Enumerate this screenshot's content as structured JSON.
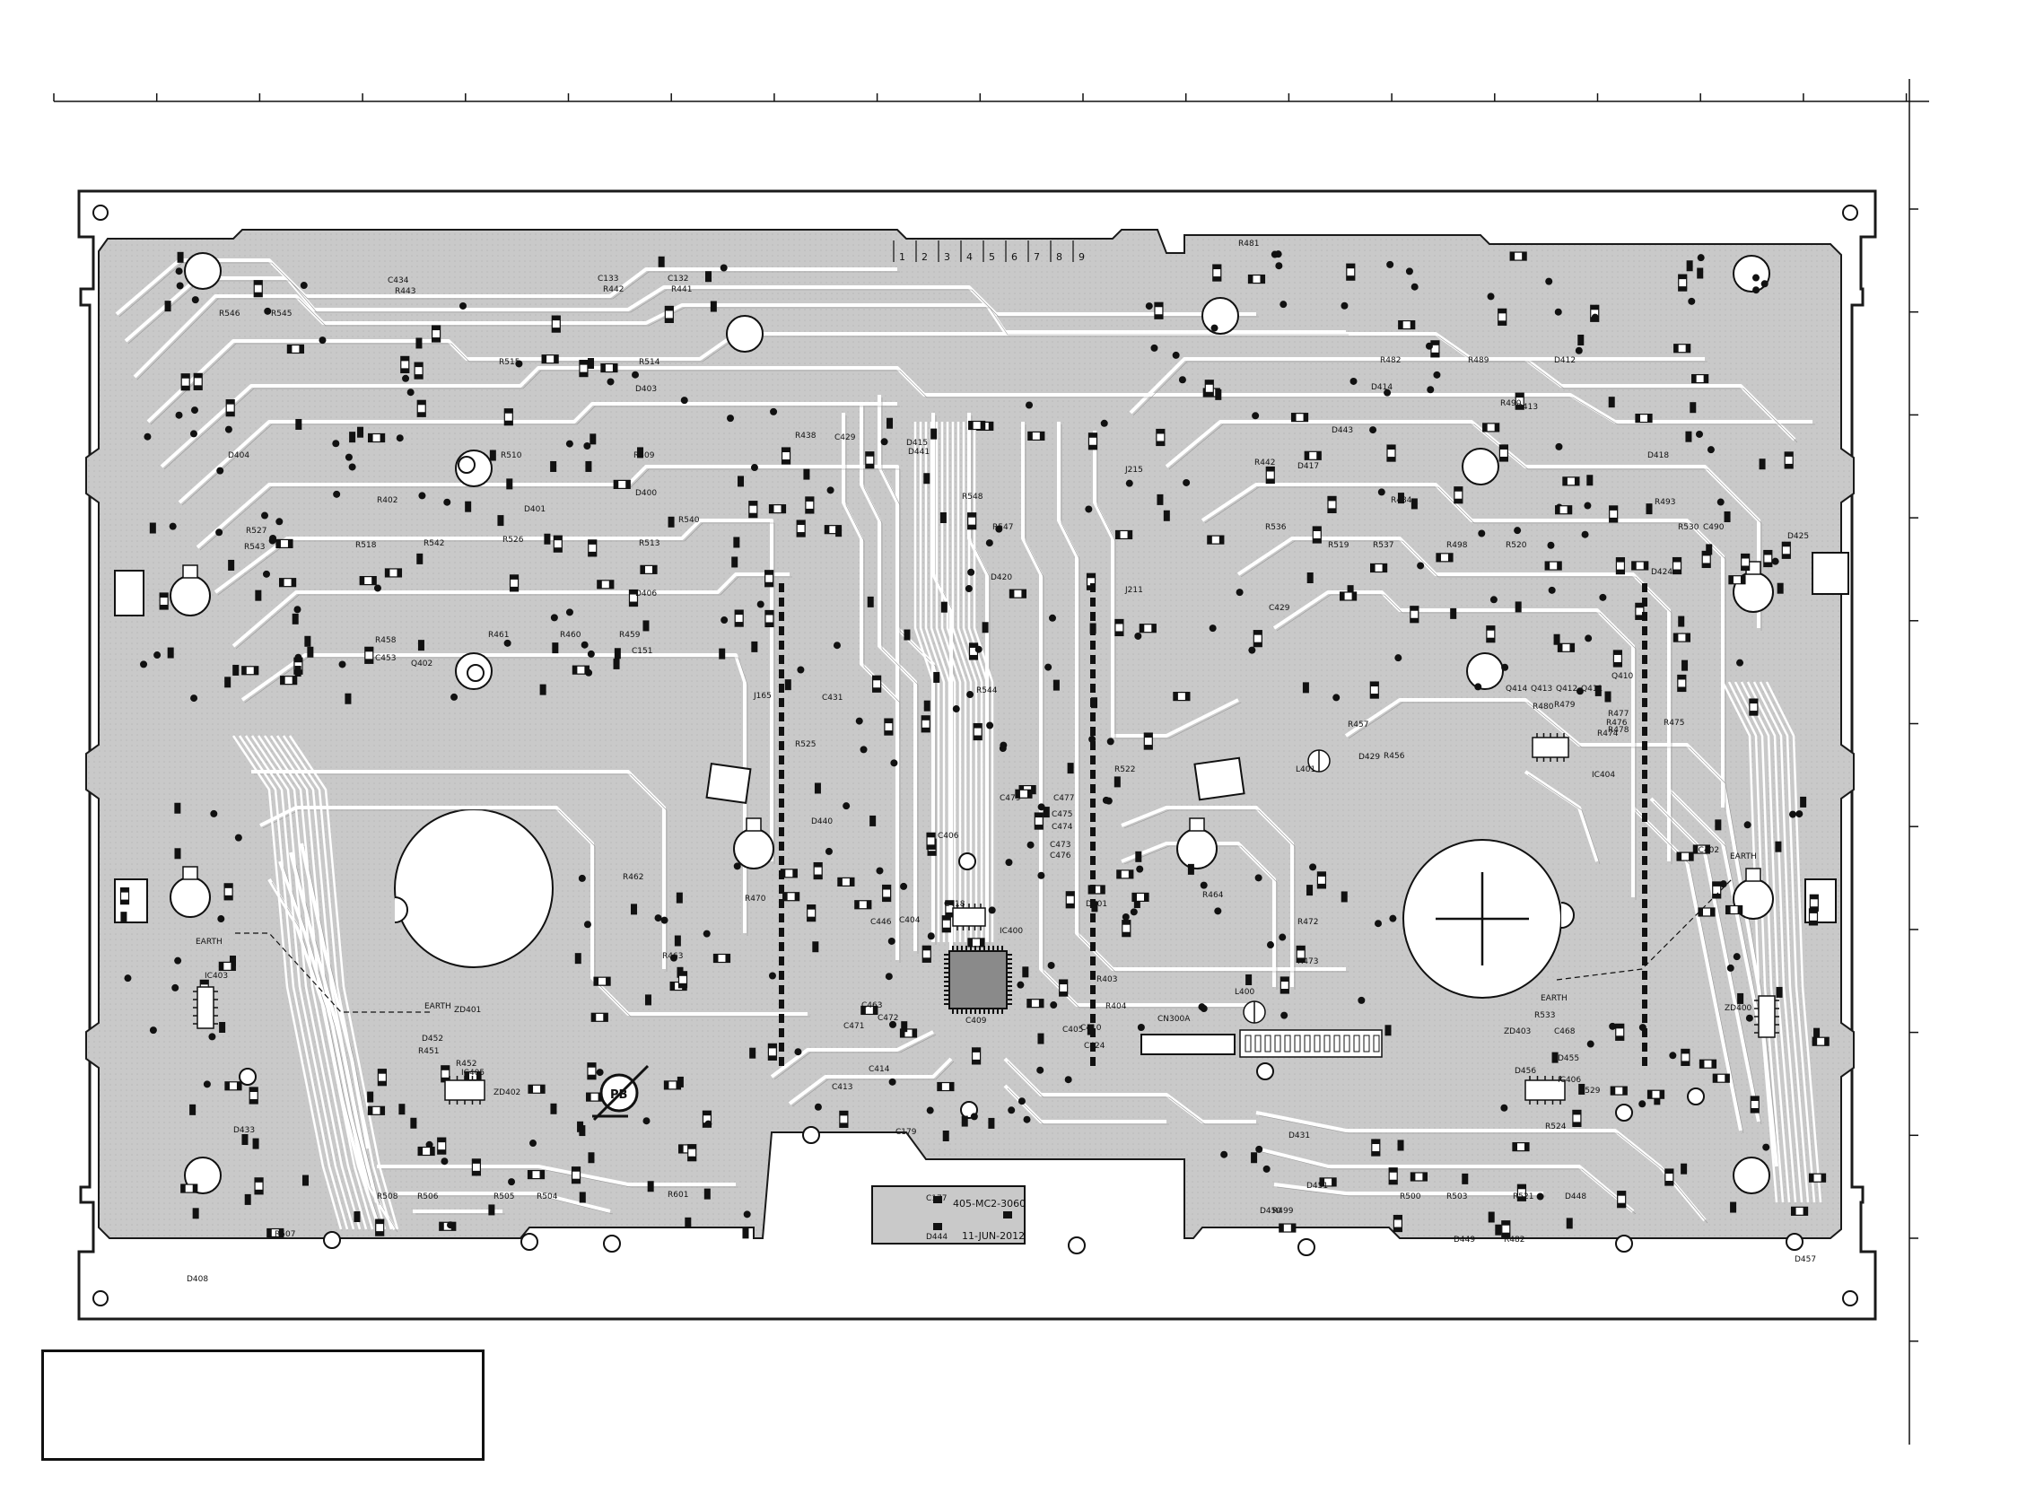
{
  "board": {
    "pcb_code": "405-MC2-3060",
    "date": "11-JUN-2012",
    "connector_pins": [
      "1",
      "2",
      "3",
      "4",
      "5",
      "6",
      "7",
      "8",
      "9"
    ],
    "earth_labels": [
      "EARTH",
      "EARTH",
      "EARTH",
      "EARTH"
    ],
    "lead_free_mark": "PB",
    "colors": {
      "board": "#c6c6c6",
      "trace": "#ffffff",
      "outline": "#1a1a1a",
      "pad": "#111111"
    }
  },
  "components": [
    {
      "ref": "R546"
    },
    {
      "ref": "R545"
    },
    {
      "ref": "C434"
    },
    {
      "ref": "R443"
    },
    {
      "ref": "C133"
    },
    {
      "ref": "R442"
    },
    {
      "ref": "C132"
    },
    {
      "ref": "R441"
    },
    {
      "ref": "R515"
    },
    {
      "ref": "R514"
    },
    {
      "ref": "D403"
    },
    {
      "ref": "D404"
    },
    {
      "ref": "R402"
    },
    {
      "ref": "R510"
    },
    {
      "ref": "R509"
    },
    {
      "ref": "D401"
    },
    {
      "ref": "D400"
    },
    {
      "ref": "R527"
    },
    {
      "ref": "R543"
    },
    {
      "ref": "R518"
    },
    {
      "ref": "R542"
    },
    {
      "ref": "R526"
    },
    {
      "ref": "R513"
    },
    {
      "ref": "R540"
    },
    {
      "ref": "D406"
    },
    {
      "ref": "R458"
    },
    {
      "ref": "R461"
    },
    {
      "ref": "R460"
    },
    {
      "ref": "R459"
    },
    {
      "ref": "C453"
    },
    {
      "ref": "Q402"
    },
    {
      "ref": "C151"
    },
    {
      "ref": "R438"
    },
    {
      "ref": "C429"
    },
    {
      "ref": "D415"
    },
    {
      "ref": "D441"
    },
    {
      "ref": "R548"
    },
    {
      "ref": "R547"
    },
    {
      "ref": "D420"
    },
    {
      "ref": "J215"
    },
    {
      "ref": "J211"
    },
    {
      "ref": "R544"
    },
    {
      "ref": "J165"
    },
    {
      "ref": "C431"
    },
    {
      "ref": "R525"
    },
    {
      "ref": "R522"
    },
    {
      "ref": "C479"
    },
    {
      "ref": "C477"
    },
    {
      "ref": "C475"
    },
    {
      "ref": "C474"
    },
    {
      "ref": "C473"
    },
    {
      "ref": "C476"
    },
    {
      "ref": "C406"
    },
    {
      "ref": "D440"
    },
    {
      "ref": "R462"
    },
    {
      "ref": "R463"
    },
    {
      "ref": "R470"
    },
    {
      "ref": "C404"
    },
    {
      "ref": "C418"
    },
    {
      "ref": "C446"
    },
    {
      "ref": "IC400"
    },
    {
      "ref": "D501"
    },
    {
      "ref": "R464"
    },
    {
      "ref": "R472"
    },
    {
      "ref": "R473"
    },
    {
      "ref": "R403"
    },
    {
      "ref": "R404"
    },
    {
      "ref": "CN300A"
    },
    {
      "ref": "L400"
    },
    {
      "ref": "C463"
    },
    {
      "ref": "C472"
    },
    {
      "ref": "C471"
    },
    {
      "ref": "C414"
    },
    {
      "ref": "C409"
    },
    {
      "ref": "C413"
    },
    {
      "ref": "C410"
    },
    {
      "ref": "C405"
    },
    {
      "ref": "C424"
    },
    {
      "ref": "C179"
    },
    {
      "ref": "C177"
    },
    {
      "ref": "D444"
    },
    {
      "ref": "R481"
    },
    {
      "ref": "R482"
    },
    {
      "ref": "R489"
    },
    {
      "ref": "D412"
    },
    {
      "ref": "D414"
    },
    {
      "ref": "D413"
    },
    {
      "ref": "R490"
    },
    {
      "ref": "D443"
    },
    {
      "ref": "R442"
    },
    {
      "ref": "D417"
    },
    {
      "ref": "R484"
    },
    {
      "ref": "D418"
    },
    {
      "ref": "R493"
    },
    {
      "ref": "R536"
    },
    {
      "ref": "R519"
    },
    {
      "ref": "R537"
    },
    {
      "ref": "R498"
    },
    {
      "ref": "R520"
    },
    {
      "ref": "R530"
    },
    {
      "ref": "C490"
    },
    {
      "ref": "D425"
    },
    {
      "ref": "D424"
    },
    {
      "ref": "C429"
    },
    {
      "ref": "Q414"
    },
    {
      "ref": "Q413"
    },
    {
      "ref": "Q412"
    },
    {
      "ref": "Q411"
    },
    {
      "ref": "Q410"
    },
    {
      "ref": "R480"
    },
    {
      "ref": "R479"
    },
    {
      "ref": "R477"
    },
    {
      "ref": "R476"
    },
    {
      "ref": "R478"
    },
    {
      "ref": "R474"
    },
    {
      "ref": "R475"
    },
    {
      "ref": "IC404"
    },
    {
      "ref": "L401"
    },
    {
      "ref": "R457"
    },
    {
      "ref": "R456"
    },
    {
      "ref": "D429"
    },
    {
      "ref": "IC402"
    },
    {
      "ref": "IC403"
    },
    {
      "ref": "ZD400"
    },
    {
      "ref": "ZD401"
    },
    {
      "ref": "D452"
    },
    {
      "ref": "R451"
    },
    {
      "ref": "R452"
    },
    {
      "ref": "IC405"
    },
    {
      "ref": "ZD402"
    },
    {
      "ref": "ZD403"
    },
    {
      "ref": "R533"
    },
    {
      "ref": "C468"
    },
    {
      "ref": "D455"
    },
    {
      "ref": "D456"
    },
    {
      "ref": "IC406"
    },
    {
      "ref": "R529"
    },
    {
      "ref": "R524"
    },
    {
      "ref": "D433"
    },
    {
      "ref": "R507"
    },
    {
      "ref": "R508"
    },
    {
      "ref": "R506"
    },
    {
      "ref": "R505"
    },
    {
      "ref": "R504"
    },
    {
      "ref": "R601"
    },
    {
      "ref": "D431"
    },
    {
      "ref": "D451"
    },
    {
      "ref": "D450"
    },
    {
      "ref": "R499"
    },
    {
      "ref": "R500"
    },
    {
      "ref": "R503"
    },
    {
      "ref": "R521"
    },
    {
      "ref": "D448"
    },
    {
      "ref": "D449"
    },
    {
      "ref": "R482"
    },
    {
      "ref": "D457"
    },
    {
      "ref": "D408"
    }
  ]
}
